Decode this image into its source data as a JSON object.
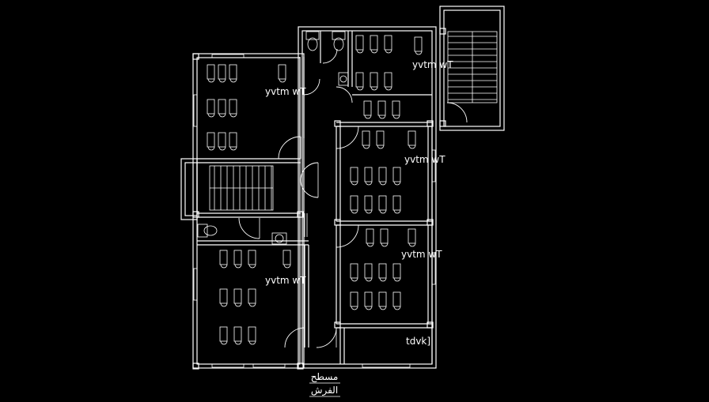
{
  "labels": {
    "room_label": "yvtm  wT",
    "terrace_label": "tdvk]",
    "caption_line1": "مسطح",
    "caption_line2": "الفرش"
  },
  "colors": {
    "background": "#000000",
    "lines": "#ffffff"
  }
}
